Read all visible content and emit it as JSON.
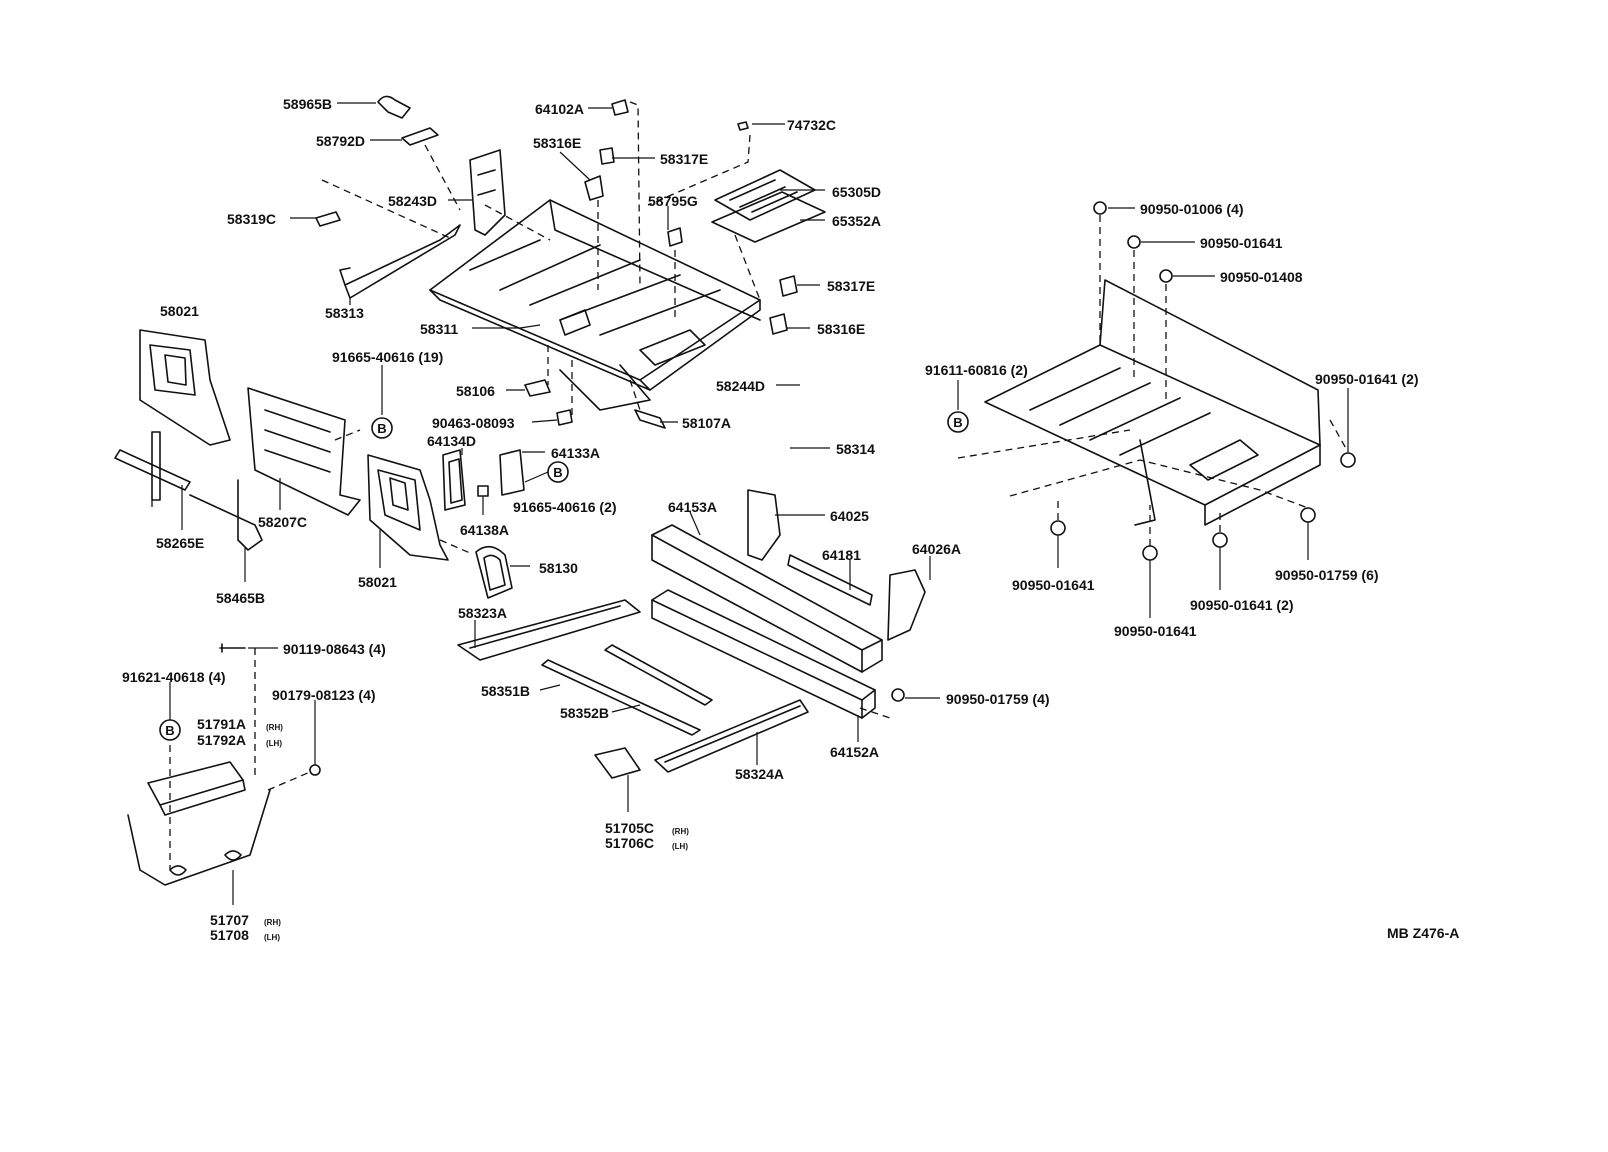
{
  "labels": {
    "p58965B": "58965B",
    "p58792D": "58792D",
    "p64102A": "64102A",
    "p74732C": "74732C",
    "p58316E_top": "58316E",
    "p58317E_top": "58317E",
    "p58243D": "58243D",
    "p58795G": "58795G",
    "p65305D": "65305D",
    "p65352A": "65352A",
    "p58319C": "58319C",
    "p58313": "58313",
    "p58317E_mid": "58317E",
    "p58316E_mid": "58316E",
    "p58311": "58311",
    "p58021_top": "58021",
    "p91665_40616_19": "91665-40616 (19)",
    "p58106": "58106",
    "p58244D": "58244D",
    "p90463_08093": "90463-08093",
    "p58107A": "58107A",
    "p64134D": "64134D",
    "p64133A": "64133A",
    "p58314": "58314",
    "p91665_40616_2": "91665-40616 (2)",
    "p64138A": "64138A",
    "p58207C": "58207C",
    "p58265E": "58265E",
    "p58021_bot": "58021",
    "p58465B": "58465B",
    "p58130": "58130",
    "p64153A": "64153A",
    "p64025": "64025",
    "p64181": "64181",
    "p64026A": "64026A",
    "p58323A": "58323A",
    "p90119_08643": "90119-08643 (4)",
    "p91621_40618": "91621-40618 (4)",
    "p90179_08123": "90179-08123 (4)",
    "p51791A": "51791A",
    "p51791A_sub": "(RH)",
    "p51792A": "51792A",
    "p51792A_sub": "(LH)",
    "p58351B": "58351B",
    "p58352B": "58352B",
    "p90950_01759_4": "90950-01759 (4)",
    "p58324A": "58324A",
    "p64152A": "64152A",
    "p51705C": "51705C",
    "p51705C_sub": "(RH)",
    "p51706C": "51706C",
    "p51706C_sub": "(LH)",
    "p51707": "51707",
    "p51707_sub": "(RH)",
    "p51708": "51708",
    "p51708_sub": "(LH)",
    "p90950_01006": "90950-01006 (4)",
    "p90950_01641_a": "90950-01641",
    "p90950_01408": "90950-01408",
    "p91611_60816": "91611-60816 (2)",
    "p90950_01641_2a": "90950-01641 (2)",
    "p90950_01641_b": "90950-01641",
    "p90950_01641_2b": "90950-01641 (2)",
    "p90950_01759_6": "90950-01759 (6)",
    "p90950_01641_c": "90950-01641",
    "circle_b": "B",
    "figure_code": "MB Z476-A"
  }
}
